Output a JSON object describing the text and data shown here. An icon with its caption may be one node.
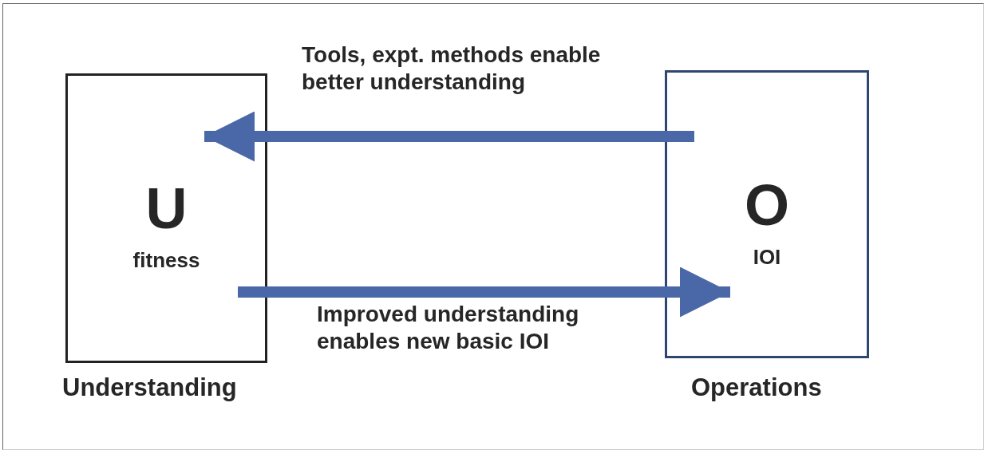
{
  "diagram": {
    "nodes": [
      {
        "text": [
          "U",
          "fitness"
        ],
        "beside": [
          "Understanding"
        ]
      },
      {
        "text": [
          "O",
          "IOI"
        ],
        "beside": [
          "Operations"
        ]
      }
    ],
    "edges": [
      {
        "from": 1,
        "to": 0,
        "arrow": "to",
        "label": "Tools, expt. methods enable better understanding"
      },
      {
        "from": 0,
        "to": 1,
        "arrow": "to",
        "label": "Improved understanding enables new basic IOI"
      }
    ]
  }
}
